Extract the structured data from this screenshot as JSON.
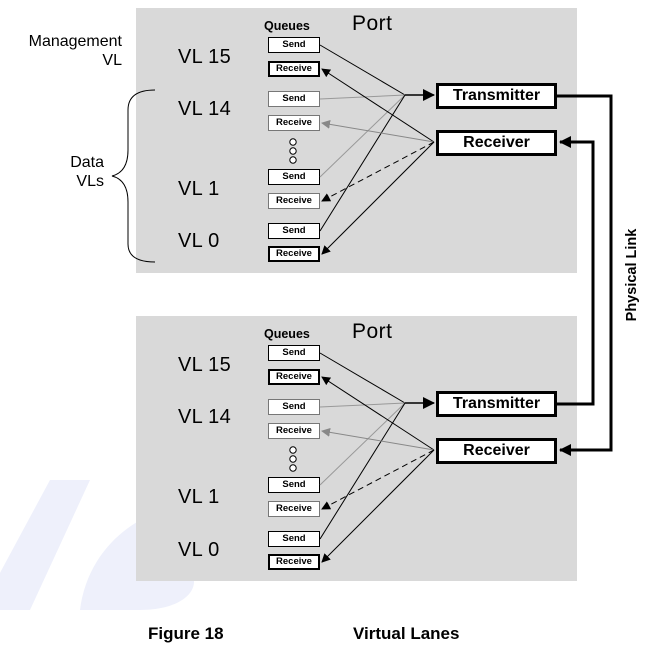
{
  "management_label": "Management\nVL",
  "data_label": "Data\nVLs",
  "physical_link_label": "Physical Link",
  "figure": {
    "number": "Figure 18",
    "title": "Virtual Lanes"
  },
  "ports": [
    {
      "title": "Port",
      "queues_title": "Queues",
      "vls": [
        {
          "name": "VL 15",
          "send": "Send",
          "receive": "Receive"
        },
        {
          "name": "VL 14",
          "send": "Send",
          "receive": "Receive"
        },
        {
          "name": "VL 1",
          "send": "Send",
          "receive": "Receive"
        },
        {
          "name": "VL 0",
          "send": "Send",
          "receive": "Receive"
        }
      ],
      "transmitter": "Transmitter",
      "receiver": "Receiver"
    },
    {
      "title": "Port",
      "queues_title": "Queues",
      "vls": [
        {
          "name": "VL 15",
          "send": "Send",
          "receive": "Receive"
        },
        {
          "name": "VL 14",
          "send": "Send",
          "receive": "Receive"
        },
        {
          "name": "VL 1",
          "send": "Send",
          "receive": "Receive"
        },
        {
          "name": "VL 0",
          "send": "Send",
          "receive": "Receive"
        }
      ],
      "transmitter": "Transmitter",
      "receiver": "Receiver"
    }
  ]
}
